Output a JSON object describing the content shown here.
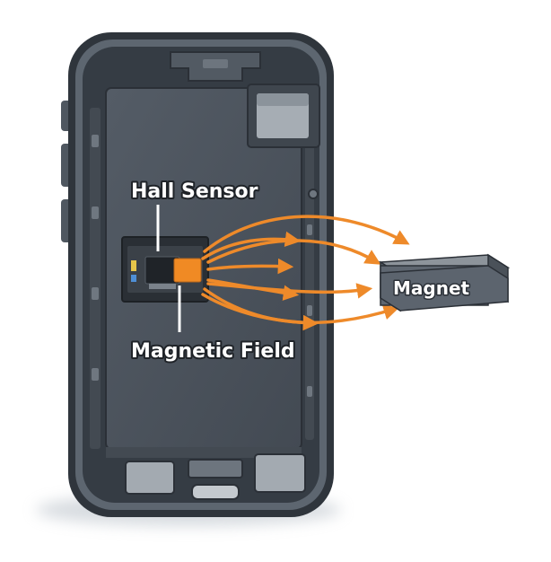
{
  "labels": {
    "hall_sensor": "Hall Sensor",
    "magnetic_field": "Magnetic Field",
    "magnet": "Magnet"
  },
  "icons": {
    "phone": "smartphone-internals-icon",
    "sensor": "hall-sensor-chip-icon",
    "magnet": "magnet-block-icon",
    "field": "field-line-arrow-icon"
  },
  "colors": {
    "background": "#ffffff",
    "phone_body": "#3a4149",
    "phone_frame": "#5d6670",
    "phone_board": "#4b535c",
    "component": "#6f7780",
    "sensor_orange": "#f08a24",
    "field_orange": "#ee8a2a",
    "magnet_top": "#8d949b",
    "magnet_front": "#5e6670",
    "magnet_side": "#4a5159",
    "label_text": "#ffffff",
    "outline_text": "#1f2328"
  }
}
